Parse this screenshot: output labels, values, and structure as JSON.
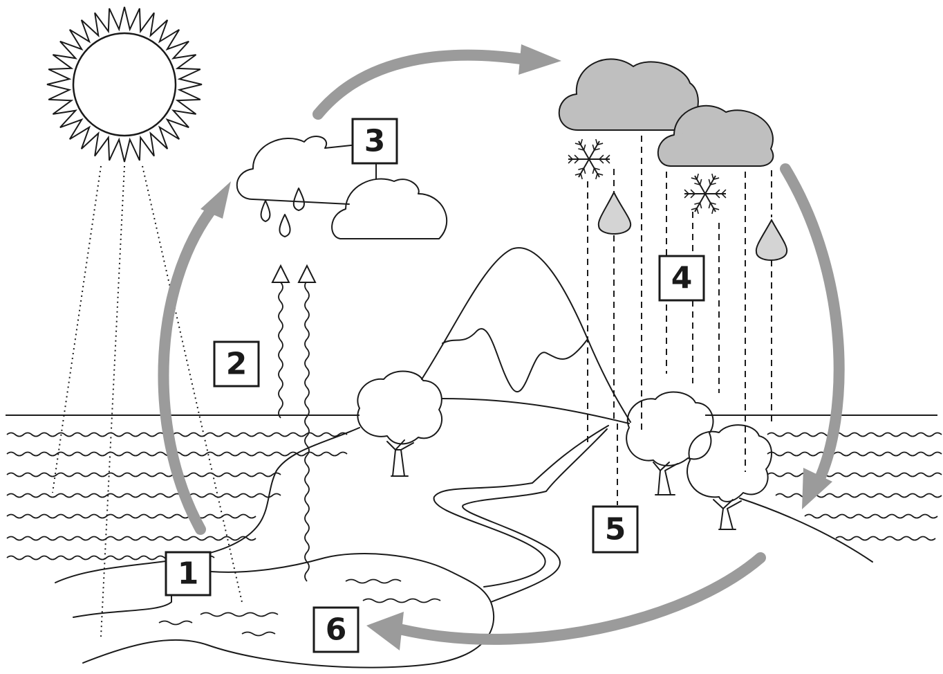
{
  "labels": {
    "l1": "1",
    "l2": "2",
    "l3": "3",
    "l4": "4",
    "l5": "5",
    "l6": "6"
  },
  "colors": {
    "arrow": "#9b9b9b",
    "cloud_fill": "#bfbfbf",
    "drop_fill": "#d4d4d4",
    "ink": "#1a1a1a"
  }
}
